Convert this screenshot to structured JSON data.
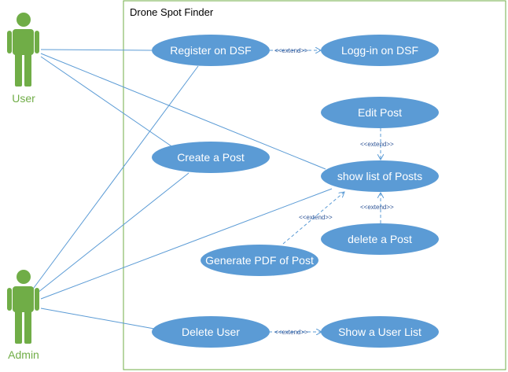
{
  "colors": {
    "actor": "#70ad47",
    "usecase_fill": "#5b9bd5",
    "line": "#5b9bd5",
    "system_border": "#70ad47",
    "extend_text": "#2f5597"
  },
  "system": {
    "title": "Drone Spot Finder"
  },
  "actors": {
    "user": {
      "label": "User",
      "icon": "stick-figure-icon"
    },
    "admin": {
      "label": "Admin",
      "icon": "stick-figure-icon"
    }
  },
  "use_cases": {
    "register": "Register on DSF",
    "login": "Logg-in on DSF",
    "edit_post": "Edit Post",
    "create_post": "Create a Post",
    "show_posts": "show list of Posts",
    "delete_post": "delete a Post",
    "generate_pdf": "Generate PDF of Post",
    "delete_user": "Delete User",
    "show_users": "Show a User List"
  },
  "relations": {
    "extend_label": "<<extend>>"
  }
}
